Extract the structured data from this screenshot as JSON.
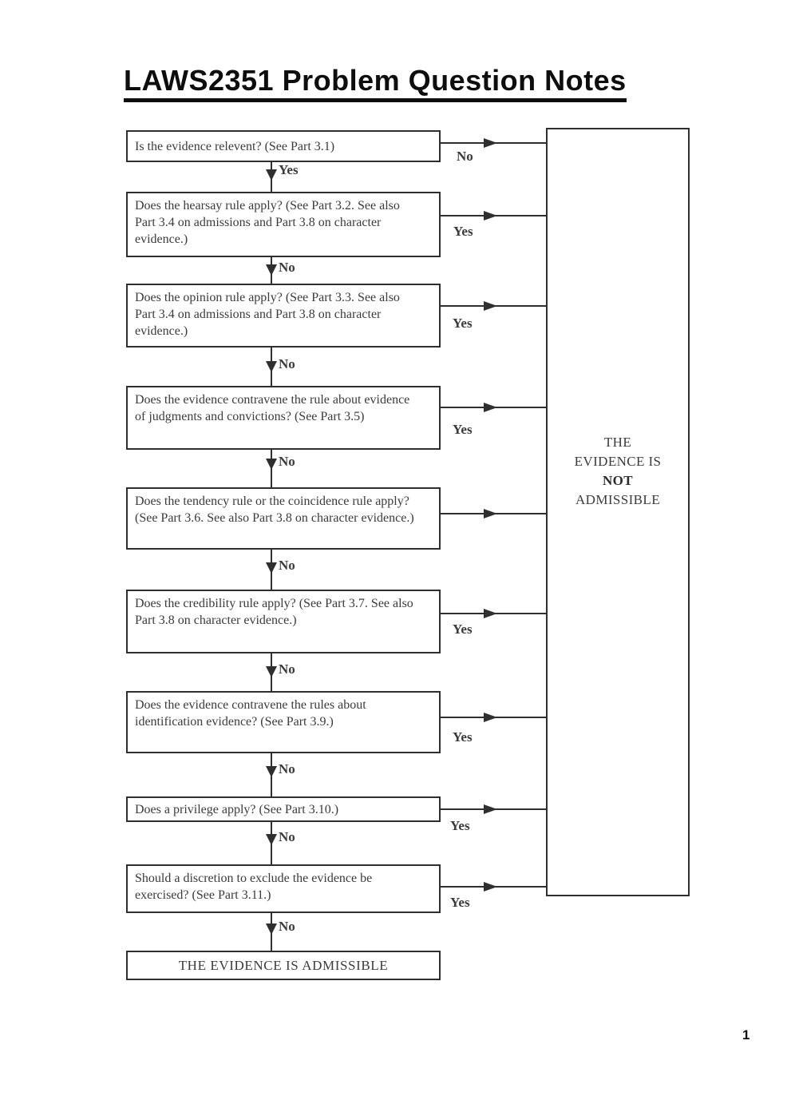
{
  "page": {
    "title": "LAWS2351 Problem Question Notes",
    "page_number": "1"
  },
  "colors": {
    "ink": "#2f2f2f",
    "text": "#3b3b3b",
    "background": "#ffffff"
  },
  "flow": {
    "steps": [
      {
        "text": "Is the evidence relevent? (See Part 3.1)",
        "down_label": "Yes",
        "side_label": "No"
      },
      {
        "text": "Does the hearsay rule apply? (See Part 3.2. See also Part 3.4 on admissions and Part 3.8 on character evidence.)",
        "down_label": "No",
        "side_label": "Yes"
      },
      {
        "text": "Does the opinion rule apply? (See Part 3.3. See also Part 3.4 on admissions and Part 3.8 on character evidence.)",
        "down_label": "No",
        "side_label": "Yes"
      },
      {
        "text": "Does the evidence contravene the rule about evidence of judgments and convictions? (See Part 3.5)",
        "down_label": "No",
        "side_label": "Yes"
      },
      {
        "text": "Does the tendency rule or the coincidence rule apply? (See Part 3.6. See also Part 3.8 on character evidence.)",
        "down_label": "No",
        "side_label": ""
      },
      {
        "text": "Does the credibility rule apply? (See Part 3.7. See also Part 3.8 on character evidence.)",
        "down_label": "No",
        "side_label": "Yes"
      },
      {
        "text": "Does the evidence contravene the rules about identification evidence? (See Part 3.9.)",
        "down_label": "No",
        "side_label": "Yes"
      },
      {
        "text": "Does a privilege apply? (See Part 3.10.)",
        "down_label": "No",
        "side_label": "Yes"
      },
      {
        "text": "Should a discretion to exclude the evidence be exercised? (See Part 3.11.)",
        "down_label": "No",
        "side_label": "Yes"
      }
    ],
    "not_admissible": {
      "line1": "THE",
      "line2": "EVIDENCE IS",
      "line3": "NOT",
      "line4": "ADMISSIBLE"
    },
    "admissible_text": "THE EVIDENCE IS ADMISSIBLE"
  }
}
